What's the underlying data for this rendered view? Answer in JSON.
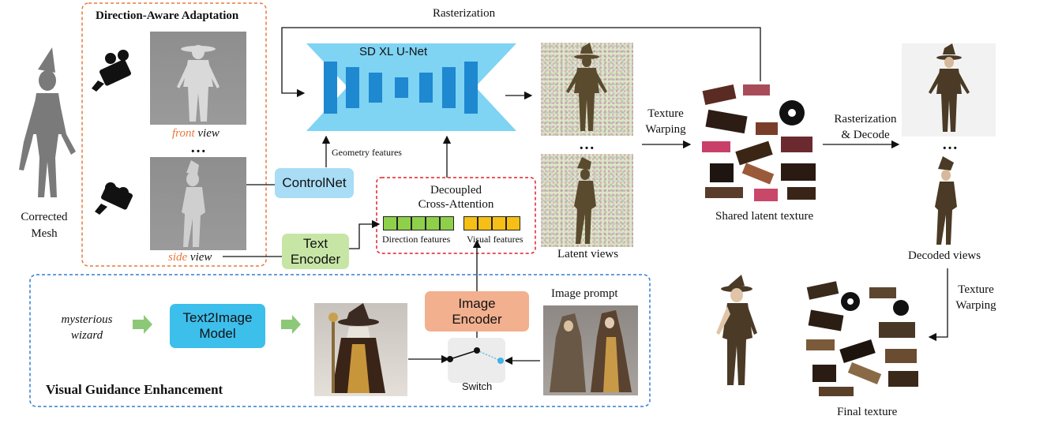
{
  "direction_aware": {
    "title": "Direction-Aware Adaptation",
    "front_view": {
      "colored": "front",
      "rest": " view"
    },
    "side_view": {
      "colored": "side",
      "rest": " view"
    },
    "ellipsis": "…"
  },
  "corrected_mesh": {
    "line1": "Corrected",
    "line2": "Mesh"
  },
  "unet": {
    "label": "SD XL U-Net",
    "geometry_features": "Geometry features"
  },
  "controlnet": {
    "label": "ControlNet"
  },
  "text_encoder": {
    "line1": "Text",
    "line2": "Encoder"
  },
  "decoupled": {
    "line1": "Decoupled",
    "line2": "Cross-Attention",
    "direction_features": "Direction features",
    "visual_features": "Visual features"
  },
  "rasterization_top": "Rasterization",
  "latent_views": {
    "label": "Latent views",
    "ellipsis": "…"
  },
  "texture_warping_1": {
    "line1": "Texture",
    "line2": "Warping"
  },
  "shared_latent": "Shared latent texture",
  "raster_decode": {
    "line1": "Rasterization",
    "line2": "& Decode"
  },
  "decoded_views": {
    "label": "Decoded views",
    "ellipsis": "…"
  },
  "texture_warping_2": {
    "line1": "Texture",
    "line2": "Warping"
  },
  "final_texture": "Final texture",
  "visual_guidance": {
    "title": "Visual Guidance Enhancement",
    "prompt_line1": "mysterious",
    "prompt_line2": "wizard",
    "text2image": {
      "line1": "Text2Image",
      "line2": "Model"
    },
    "image_encoder": {
      "line1": "Image",
      "line2": "Encoder"
    },
    "image_prompt": "Image prompt",
    "switch": "Switch"
  },
  "colors": {
    "orange_dashed": "#e8783a",
    "blue_dashed": "#2e7fd0",
    "red_dashed": "#e0202a",
    "unet_fill": "#7fd3f3",
    "unet_bar": "#1e88d0",
    "controlnet_fill": "#a9dcf5",
    "text_encoder_fill": "#c7e6a6",
    "t2i_fill": "#3dbfec",
    "image_encoder_fill": "#f2b08f",
    "direction_feat": "#8fd04b",
    "visual_feat": "#f5bf15",
    "arrow_green": "#8cc878",
    "italic_orange": "#e8783a",
    "switch_dot": "#3fb2e6"
  }
}
